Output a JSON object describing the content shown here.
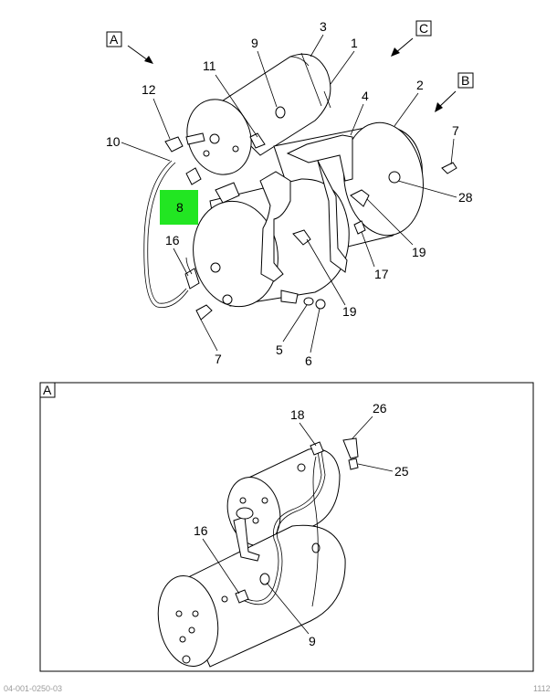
{
  "view_labels": {
    "a": "A",
    "b": "B",
    "c": "C"
  },
  "highlight": {
    "label": "8",
    "color": "#22e622"
  },
  "main_callouts": {
    "c1": "1",
    "c2": "2",
    "c3": "3",
    "c4": "4",
    "c5": "5",
    "c6": "6",
    "c7a": "7",
    "c7b": "7",
    "c9": "9",
    "c10": "10",
    "c11": "11",
    "c12": "12",
    "c16": "16",
    "c17": "17",
    "c19a": "19",
    "c19b": "19",
    "c28": "28"
  },
  "inset": {
    "label": "A",
    "callouts": {
      "c9": "9",
      "c16": "16",
      "c18": "18",
      "c25": "25",
      "c26": "26"
    }
  },
  "footer": {
    "left": "04-001-0250-03",
    "right": "1112"
  }
}
